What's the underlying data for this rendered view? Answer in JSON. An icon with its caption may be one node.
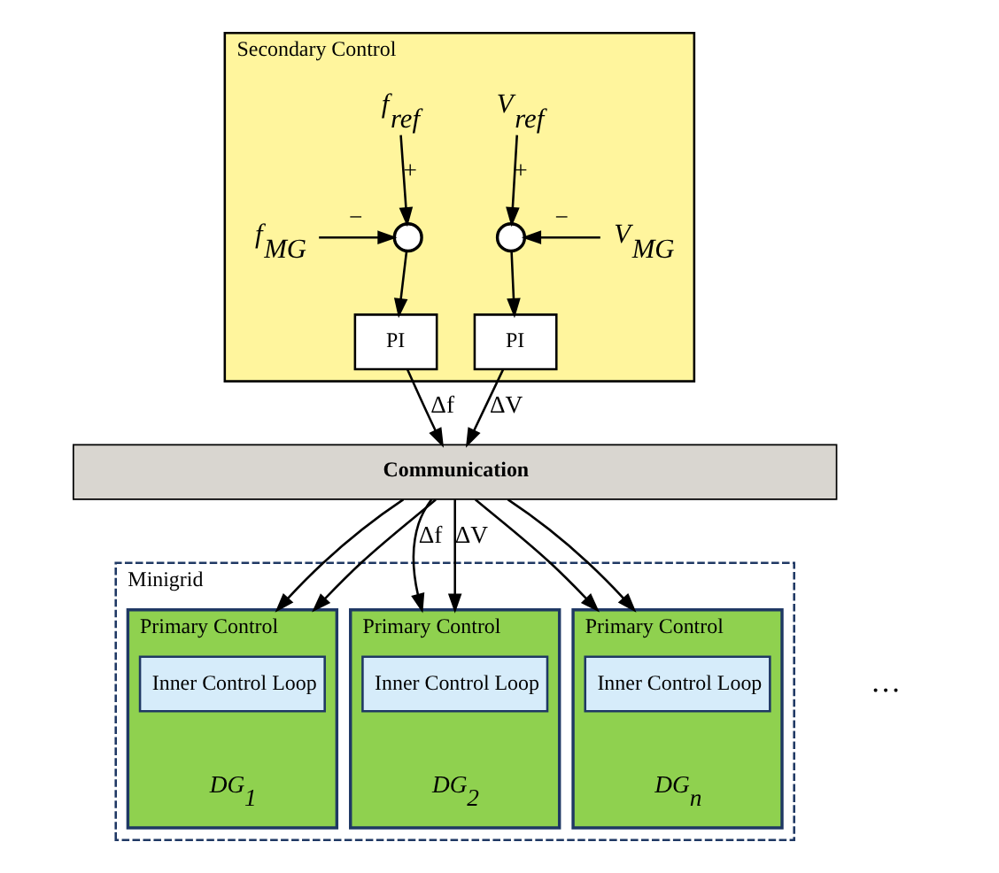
{
  "diagram": {
    "nodes": [
      {
        "text": [
          "Secondary Control"
        ]
      },
      {
        "text": [
          "f$_{ref}$"
        ],
        "in": 0
      },
      {
        "text": [],
        "shape": "circle",
        "in": 0
      },
      {
        "text": [
          "f$_{MG}$"
        ],
        "in": 0
      },
      {
        "text": [
          "V$_{ref}$"
        ],
        "in": 0
      },
      {
        "text": [],
        "shape": "circle",
        "in": 0
      },
      {
        "text": [
          "V$_{MG}$"
        ],
        "in": 0
      },
      {
        "text": [
          "PI"
        ],
        "in": 0
      },
      {
        "text": [
          "PI"
        ],
        "in": 0
      },
      {
        "text": [
          "Communication"
        ]
      },
      {
        "text": [
          "Minigrid"
        ]
      },
      {
        "text": [
          "Primary Control"
        ],
        "in": 10,
        "beside": [
          "DG$_{1}$"
        ]
      },
      {
        "text": [
          "Inner Control Loop"
        ],
        "in": 11
      },
      {
        "text": [
          "Primary Control"
        ],
        "in": 10,
        "beside": [
          "DG$_{2}$"
        ]
      },
      {
        "text": [
          "Inner Control Loop"
        ],
        "in": 13
      },
      {
        "text": [
          "Primary Control"
        ],
        "in": 10,
        "beside": [
          "DG$_{n}$"
        ]
      },
      {
        "text": [
          "Inner Control Loop"
        ],
        "in": 15
      }
    ],
    "edges": [
      {
        "from": 1,
        "to": 2,
        "arrow": "to",
        "label": "+"
      },
      {
        "from": 3,
        "to": 2,
        "arrow": "to",
        "label": "−"
      },
      {
        "from": 4,
        "to": 5,
        "arrow": "to",
        "label": "+"
      },
      {
        "from": 6,
        "to": 5,
        "arrow": "to",
        "label": "−"
      },
      {
        "from": 2,
        "to": 7,
        "arrow": "to"
      },
      {
        "from": 5,
        "to": 8,
        "arrow": "to"
      },
      {
        "from": 7,
        "to": 9,
        "arrow": "to",
        "label": "Δf"
      },
      {
        "from": 8,
        "to": 9,
        "arrow": "to",
        "label": "ΔV"
      },
      {
        "from": 9,
        "to": 11,
        "arrow": "to"
      },
      {
        "from": 9,
        "to": 13,
        "arrow": "to",
        "label": "Δf"
      },
      {
        "from": 9,
        "to": 15,
        "arrow": "to"
      },
      {
        "from": 9,
        "to": 11,
        "arrow": "to"
      },
      {
        "from": 9,
        "to": 13,
        "arrow": "to",
        "label": "ΔV"
      },
      {
        "from": 9,
        "to": 15,
        "arrow": "to"
      }
    ],
    "labels": [
      "…"
    ]
  }
}
